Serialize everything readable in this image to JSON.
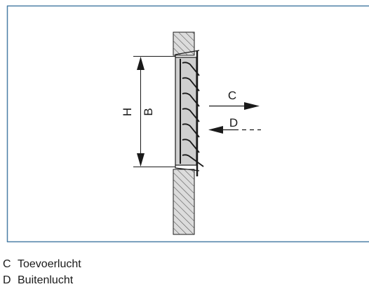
{
  "diagram": {
    "labels": {
      "height_symbol": "H",
      "width_symbol": "B",
      "supply_arrow": "C",
      "outside_arrow": "D"
    },
    "colors": {
      "frame": "#4a7fa6",
      "line": "#1a1a1a",
      "wall_fill": "#dcdcdc",
      "hatch": "#555555",
      "grille_fill": "#cfcfcf"
    }
  },
  "legend": [
    {
      "key": "C",
      "text": "Toevoerlucht"
    },
    {
      "key": "D",
      "text": "Buitenlucht"
    }
  ]
}
